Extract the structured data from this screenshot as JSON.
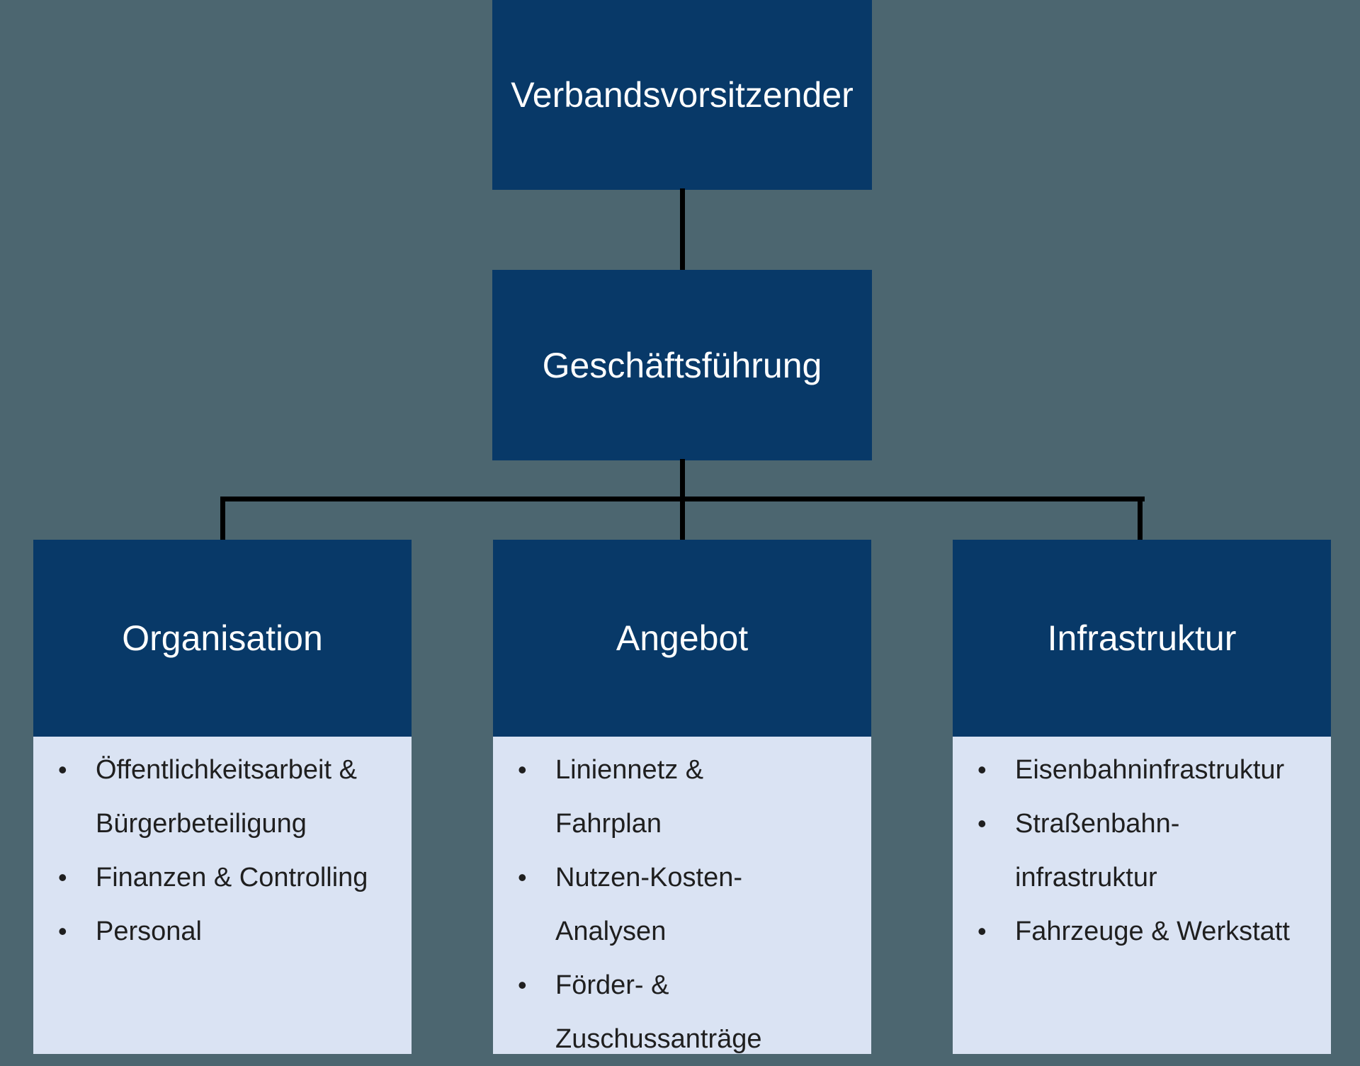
{
  "bullet_char": "•",
  "colors": {
    "background": "#4c6670",
    "box_navy": "#083968",
    "box_light": "#dae3f3",
    "line_black": "#000000",
    "title_text": "#ffffff",
    "item_text": "#1f1f1f"
  },
  "diagram": {
    "type": "org-chart",
    "root": {
      "label": "Verbandsvorsitzender"
    },
    "manager": {
      "label": "Geschäftsführung"
    },
    "departments": [
      {
        "label": "Organisation",
        "items": [
          "Öffentlichkeitsarbeit &\nBürgerbeteiligung",
          "Finanzen & Controlling",
          "Personal"
        ]
      },
      {
        "label": "Angebot",
        "items": [
          "Liniennetz &\nFahrplan",
          "Nutzen-Kosten-\nAnalysen",
          "Förder- &\nZuschussanträge"
        ]
      },
      {
        "label": "Infrastruktur",
        "items": [
          "Eisenbahninfrastruktur",
          "Straßenbahn-\ninfrastruktur",
          "Fahrzeuge & Werkstatt"
        ]
      }
    ]
  }
}
